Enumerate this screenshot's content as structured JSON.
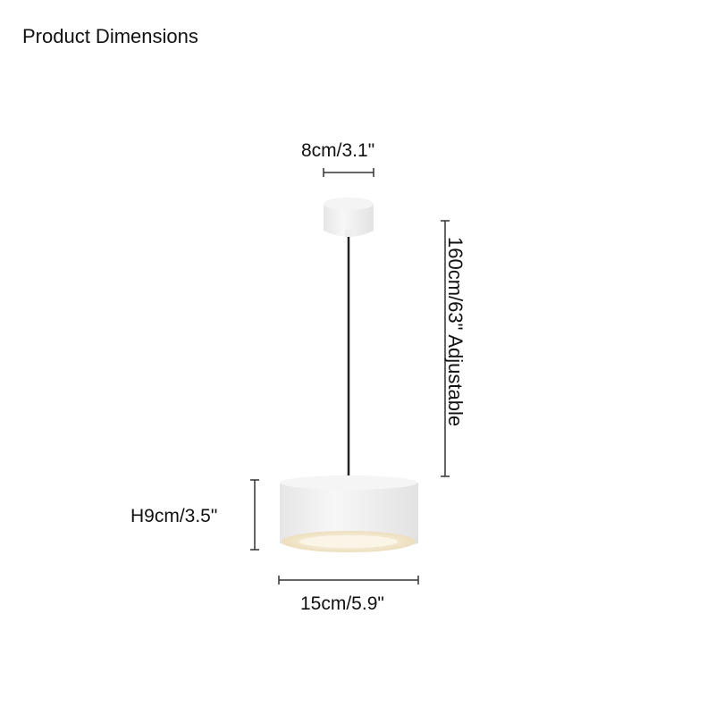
{
  "title": "Product Dimensions",
  "dimensions": {
    "canopy_width": "8cm/3.1\"",
    "cord_length": "160cm/63\" Adjustable",
    "shade_height": "H9cm/3.5\"",
    "shade_diameter": "15cm/5.9\""
  },
  "colors": {
    "line": "#333333",
    "lamp": "#f2f2f2",
    "glow": "#f3e6c8"
  }
}
